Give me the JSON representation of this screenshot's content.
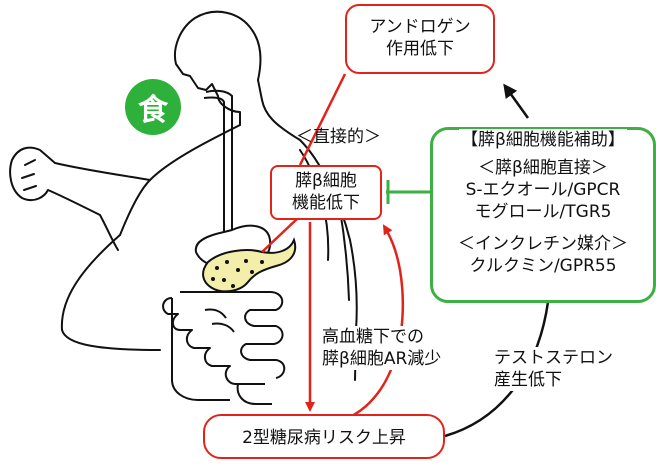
{
  "food_label": "食",
  "androgen_box": {
    "line1": "アンドロゲン",
    "line2": "作用低下"
  },
  "direct_label": "＜直接的＞",
  "beta_cell_box": {
    "line1": "膵β細胞",
    "line2": "機能低下"
  },
  "support_box": {
    "title": "【膵β細胞機能補助】",
    "direct_header": "＜膵β細胞直接＞",
    "direct_item1": "S-エクオール/GPCR",
    "direct_item2": "モグロール/TGR5",
    "incretin_header": "＜インクレチン媒介＞",
    "incretin_item": "クルクミン/GPR55"
  },
  "hyperglycemia_note": {
    "line1": "高血糖下での",
    "line2": "膵β細胞AR減少"
  },
  "testosterone_note": {
    "line1": "テストステロン",
    "line2": "産生低下"
  },
  "diabetes_box": {
    "label": "2型糖尿病リスク上昇"
  },
  "colors": {
    "red": "#e2231a",
    "green": "#3cb043",
    "pancreas": "#f3eeaa",
    "black": "#111111"
  }
}
